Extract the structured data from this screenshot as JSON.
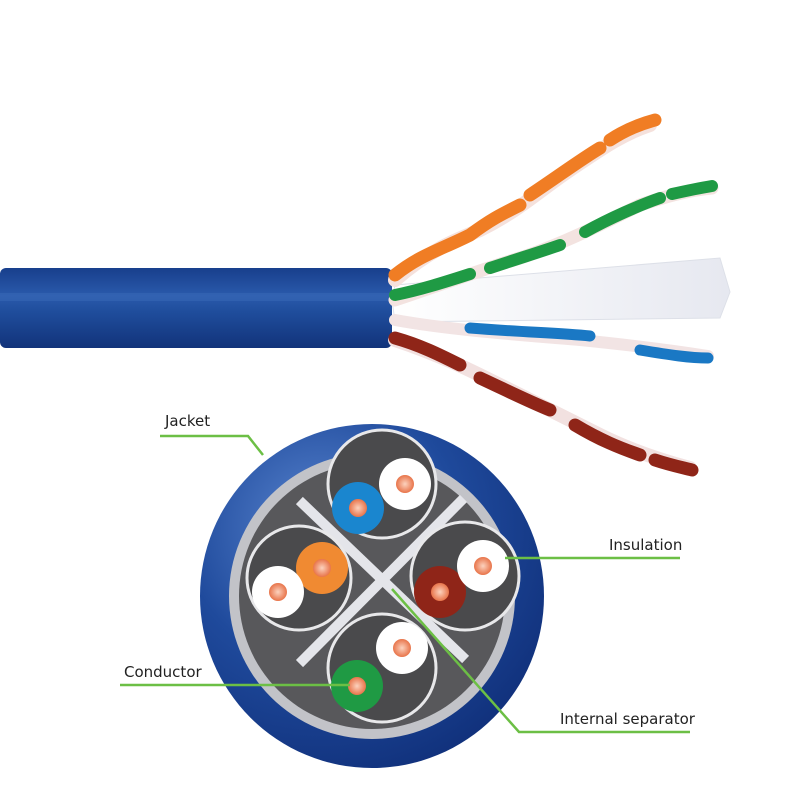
{
  "diagram": {
    "subject": "Cat6 UTP cable with cross-section",
    "labels": {
      "jacket": "Jacket",
      "insulation": "Insulation",
      "conductor": "Conductor",
      "separator": "Internal separator"
    },
    "colors": {
      "jacket": "#1f4a9c",
      "leader_line": "#6cbf45",
      "inner_fill": "#5a5a5c",
      "shield_ring": "#b9b9bd",
      "conductor": "#f28a5e",
      "pair_orange": "#f07d24",
      "pair_green": "#1f9a44",
      "pair_blue": "#1a86cf",
      "pair_brown": "#8f2518"
    },
    "pairs": [
      "blue",
      "orange",
      "brown",
      "green"
    ]
  }
}
